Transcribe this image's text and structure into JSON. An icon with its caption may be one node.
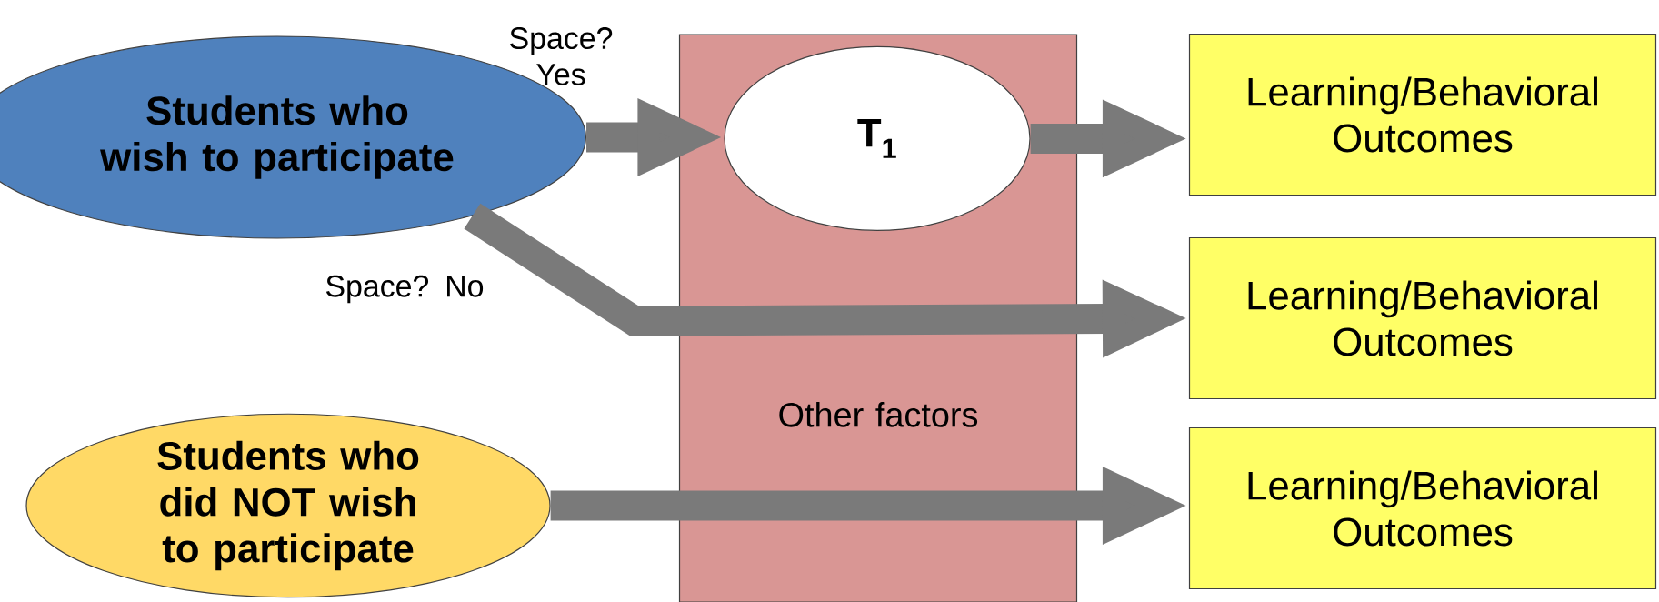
{
  "diagram": {
    "nodes": [
      {
        "text": [
          "Students who wish to participate"
        ]
      },
      {
        "text": [
          "Other factors"
        ]
      },
      {
        "text": [
          "T$_{1}$"
        ],
        "in": 1
      },
      {
        "text": [
          "Learning/Behavioral Outcomes"
        ]
      },
      {
        "text": [
          "Learning/Behavioral Outcomes"
        ]
      },
      {
        "text": [
          "Learning/Behavioral Outcomes"
        ]
      },
      {
        "text": [
          "Students who did NOT wish to participate"
        ]
      }
    ],
    "edges": [
      {
        "from": 0,
        "to": 2,
        "arrow": "to",
        "label": "Space? Yes"
      },
      {
        "from": 2,
        "to": 3,
        "arrow": "to"
      },
      {
        "from": 0,
        "to": 4,
        "arrow": "to",
        "label": "Space? No"
      },
      {
        "from": 6,
        "to": 5,
        "arrow": "to"
      }
    ]
  }
}
